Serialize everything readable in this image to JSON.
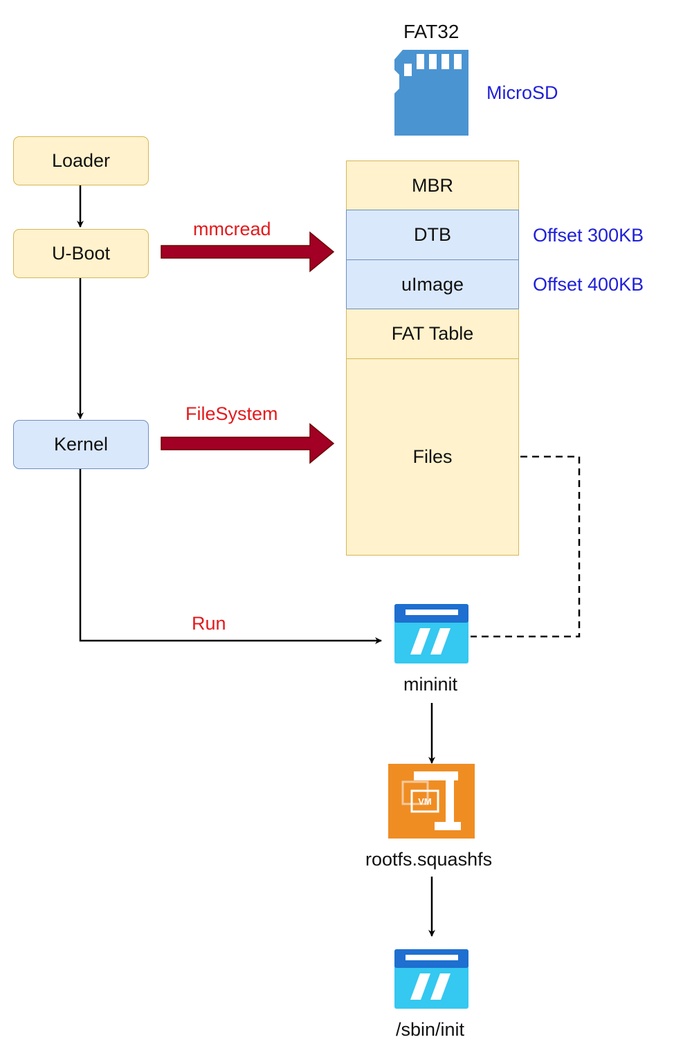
{
  "sdcard": {
    "fs_label": "FAT32",
    "device_label": "MicroSD",
    "icon": "sd-card-icon",
    "color": "#4b94d2"
  },
  "boot_chain": {
    "loader": "Loader",
    "uboot": "U-Boot",
    "kernel": "Kernel"
  },
  "edges": {
    "mmcread": "mmcread",
    "filesystem": "FileSystem",
    "run": "Run"
  },
  "partitions": [
    {
      "name": "MBR",
      "offset": ""
    },
    {
      "name": "DTB",
      "offset": "Offset 300KB"
    },
    {
      "name": "uImage",
      "offset": "Offset 400KB"
    },
    {
      "name": "FAT Table",
      "offset": ""
    },
    {
      "name": "Files",
      "offset": ""
    }
  ],
  "binaries": {
    "mininit": {
      "label": "mininit",
      "icon": "executable-window-icon"
    },
    "rootfs": {
      "label": "rootfs.squashfs",
      "icon": "vm-image-icon"
    },
    "init": {
      "label": "/sbin/init",
      "icon": "executable-window-icon"
    }
  },
  "colors": {
    "yellow_fill": "#fff2cc",
    "yellow_stroke": "#d6b656",
    "blue_fill": "#dae8fc",
    "blue_stroke": "#6c8ebf",
    "red_text": "#e31a1c",
    "blue_text": "#2020d8",
    "arrow_dark_red": "#a20025",
    "window_top": "#1e6fd0",
    "window_body": "#35c8f0",
    "vm_orange": "#ef8d23"
  }
}
